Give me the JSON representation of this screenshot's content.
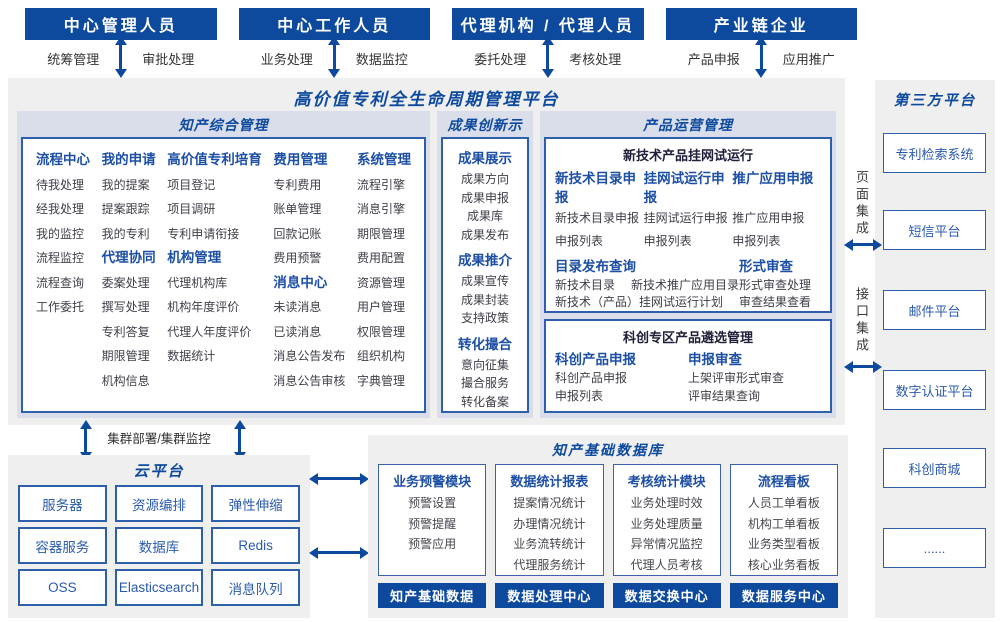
{
  "colors": {
    "navy": "#0d4a9e",
    "header_blue": "#1d4fa5",
    "item_gray": "#3e3e48",
    "panel_bg": "#efefef",
    "section_bg": "#dadeeb",
    "border_blue": "#2e5fab",
    "box_blue": "#2a5aac",
    "dark_title": "#20203a"
  },
  "platform": {
    "title": "高价值专利全生命周期管理平台"
  },
  "top_roles": [
    {
      "name": "中心管理人员",
      "left": "统筹管理",
      "right": "审批处理"
    },
    {
      "name": "中心工作人员",
      "left": "业务处理",
      "right": "数据监控"
    },
    {
      "name": "代理机构 / 代理人员",
      "left": "委托处理",
      "right": "考核处理"
    },
    {
      "name": "产业链企业",
      "left": "产品申报",
      "right": "应用推广"
    }
  ],
  "sections": {
    "ip_management": {
      "title": "知产综合管理",
      "columns": [
        {
          "groups": [
            {
              "header": "流程中心",
              "items": [
                "待我处理",
                "经我处理",
                "我的监控",
                "流程监控",
                "流程查询",
                "工作委托"
              ]
            }
          ]
        },
        {
          "groups": [
            {
              "header": "我的申请",
              "items": [
                "我的提案",
                "提案跟踪",
                "我的专利"
              ]
            },
            {
              "header": "代理协同",
              "items": [
                "委案处理",
                "撰写处理",
                "专利答复",
                "期限管理",
                "机构信息"
              ]
            }
          ]
        },
        {
          "groups": [
            {
              "header": "高价值专利培育",
              "items": [
                "项目登记",
                "项目调研",
                "专利申请衔接"
              ]
            },
            {
              "header": "机构管理",
              "items": [
                "代理机构库",
                "机构年度评价",
                "代理人年度评价",
                "数据统计"
              ]
            }
          ]
        },
        {
          "groups": [
            {
              "header": "费用管理",
              "items": [
                "专利费用",
                "账单管理",
                "回款记账",
                "费用预警"
              ]
            },
            {
              "header": "消息中心",
              "items": [
                "未读消息",
                "已读消息",
                "消息公告发布",
                "消息公告审核"
              ]
            }
          ]
        },
        {
          "groups": [
            {
              "header": "系统管理",
              "items": [
                "流程引擎",
                "消息引擎",
                "期限管理",
                "费用配置",
                "资源管理",
                "用户管理",
                "权限管理",
                "组织机构",
                "字典管理"
              ]
            }
          ]
        }
      ]
    },
    "achievement": {
      "title": "成果创新示范",
      "groups": [
        {
          "header": "成果展示",
          "items": [
            "成果方向",
            "成果申报",
            "成果库",
            "成果发布"
          ]
        },
        {
          "header": "成果推介",
          "items": [
            "成果宣传",
            "成果封装",
            "支持政策"
          ]
        },
        {
          "header": "转化撮合",
          "items": [
            "意向征集",
            "撮合服务",
            "转化备案"
          ]
        }
      ]
    },
    "product_ops": {
      "title": "产品运营管理",
      "box1": {
        "title": "新技术产品挂网试运行",
        "groups": [
          {
            "header": "新技术目录申报",
            "items": [
              "新技术目录申报",
              "申报列表"
            ]
          },
          {
            "header": "挂网试运行申报",
            "items": [
              "挂网试运行申报",
              "申报列表"
            ]
          },
          {
            "header": "推广应用申报",
            "items": [
              "推广应用申报",
              "申报列表"
            ]
          }
        ],
        "catalog": {
          "header": "目录发布查询",
          "rows": [
            [
              "新技术目录",
              "新技术推广应用目录"
            ],
            [
              "新技术（产品）挂网试运行计划"
            ]
          ]
        },
        "review": {
          "header": "形式审查",
          "items": [
            "形式审查处理",
            "审查结果查看"
          ]
        }
      },
      "box2": {
        "title": "科创专区产品遴选管理",
        "groups": [
          {
            "header": "科创产品申报",
            "items": [
              "科创产品申报",
              "申报列表"
            ]
          },
          {
            "header": "申报审查",
            "items": [
              "上架评审形式审查",
              "评审结果查询"
            ]
          }
        ]
      }
    }
  },
  "cluster_label": "集群部署/集群监控",
  "cloud": {
    "title": "云平台",
    "items": [
      "服务器",
      "资源编排",
      "弹性伸缩",
      "容器服务",
      "数据库",
      "Redis",
      "OSS",
      "Elasticsearch",
      "消息队列"
    ]
  },
  "database": {
    "title": "知产基础数据库",
    "modules": [
      {
        "header": "业务预警模块",
        "items": [
          "预警设置",
          "预警提醒",
          "预警应用"
        ],
        "button": "知产基础数据"
      },
      {
        "header": "数据统计报表",
        "items": [
          "提案情况统计",
          "办理情况统计",
          "业务流转统计",
          "代理服务统计"
        ],
        "button": "数据处理中心"
      },
      {
        "header": "考核统计模块",
        "items": [
          "业务处理时效",
          "业务处理质量",
          "异常情况监控",
          "代理人员考核"
        ],
        "button": "数据交换中心"
      },
      {
        "header": "流程看板",
        "items": [
          "人员工单看板",
          "机构工单看板",
          "业务类型看板",
          "核心业务看板"
        ],
        "button": "数据服务中心"
      }
    ]
  },
  "third_party": {
    "title": "第三方平台",
    "integration_labels": [
      "页面集成",
      "接口集成"
    ],
    "items": [
      "专利检索系统",
      "短信平台",
      "邮件平台",
      "数字认证平台",
      "科创商城",
      "......"
    ]
  }
}
